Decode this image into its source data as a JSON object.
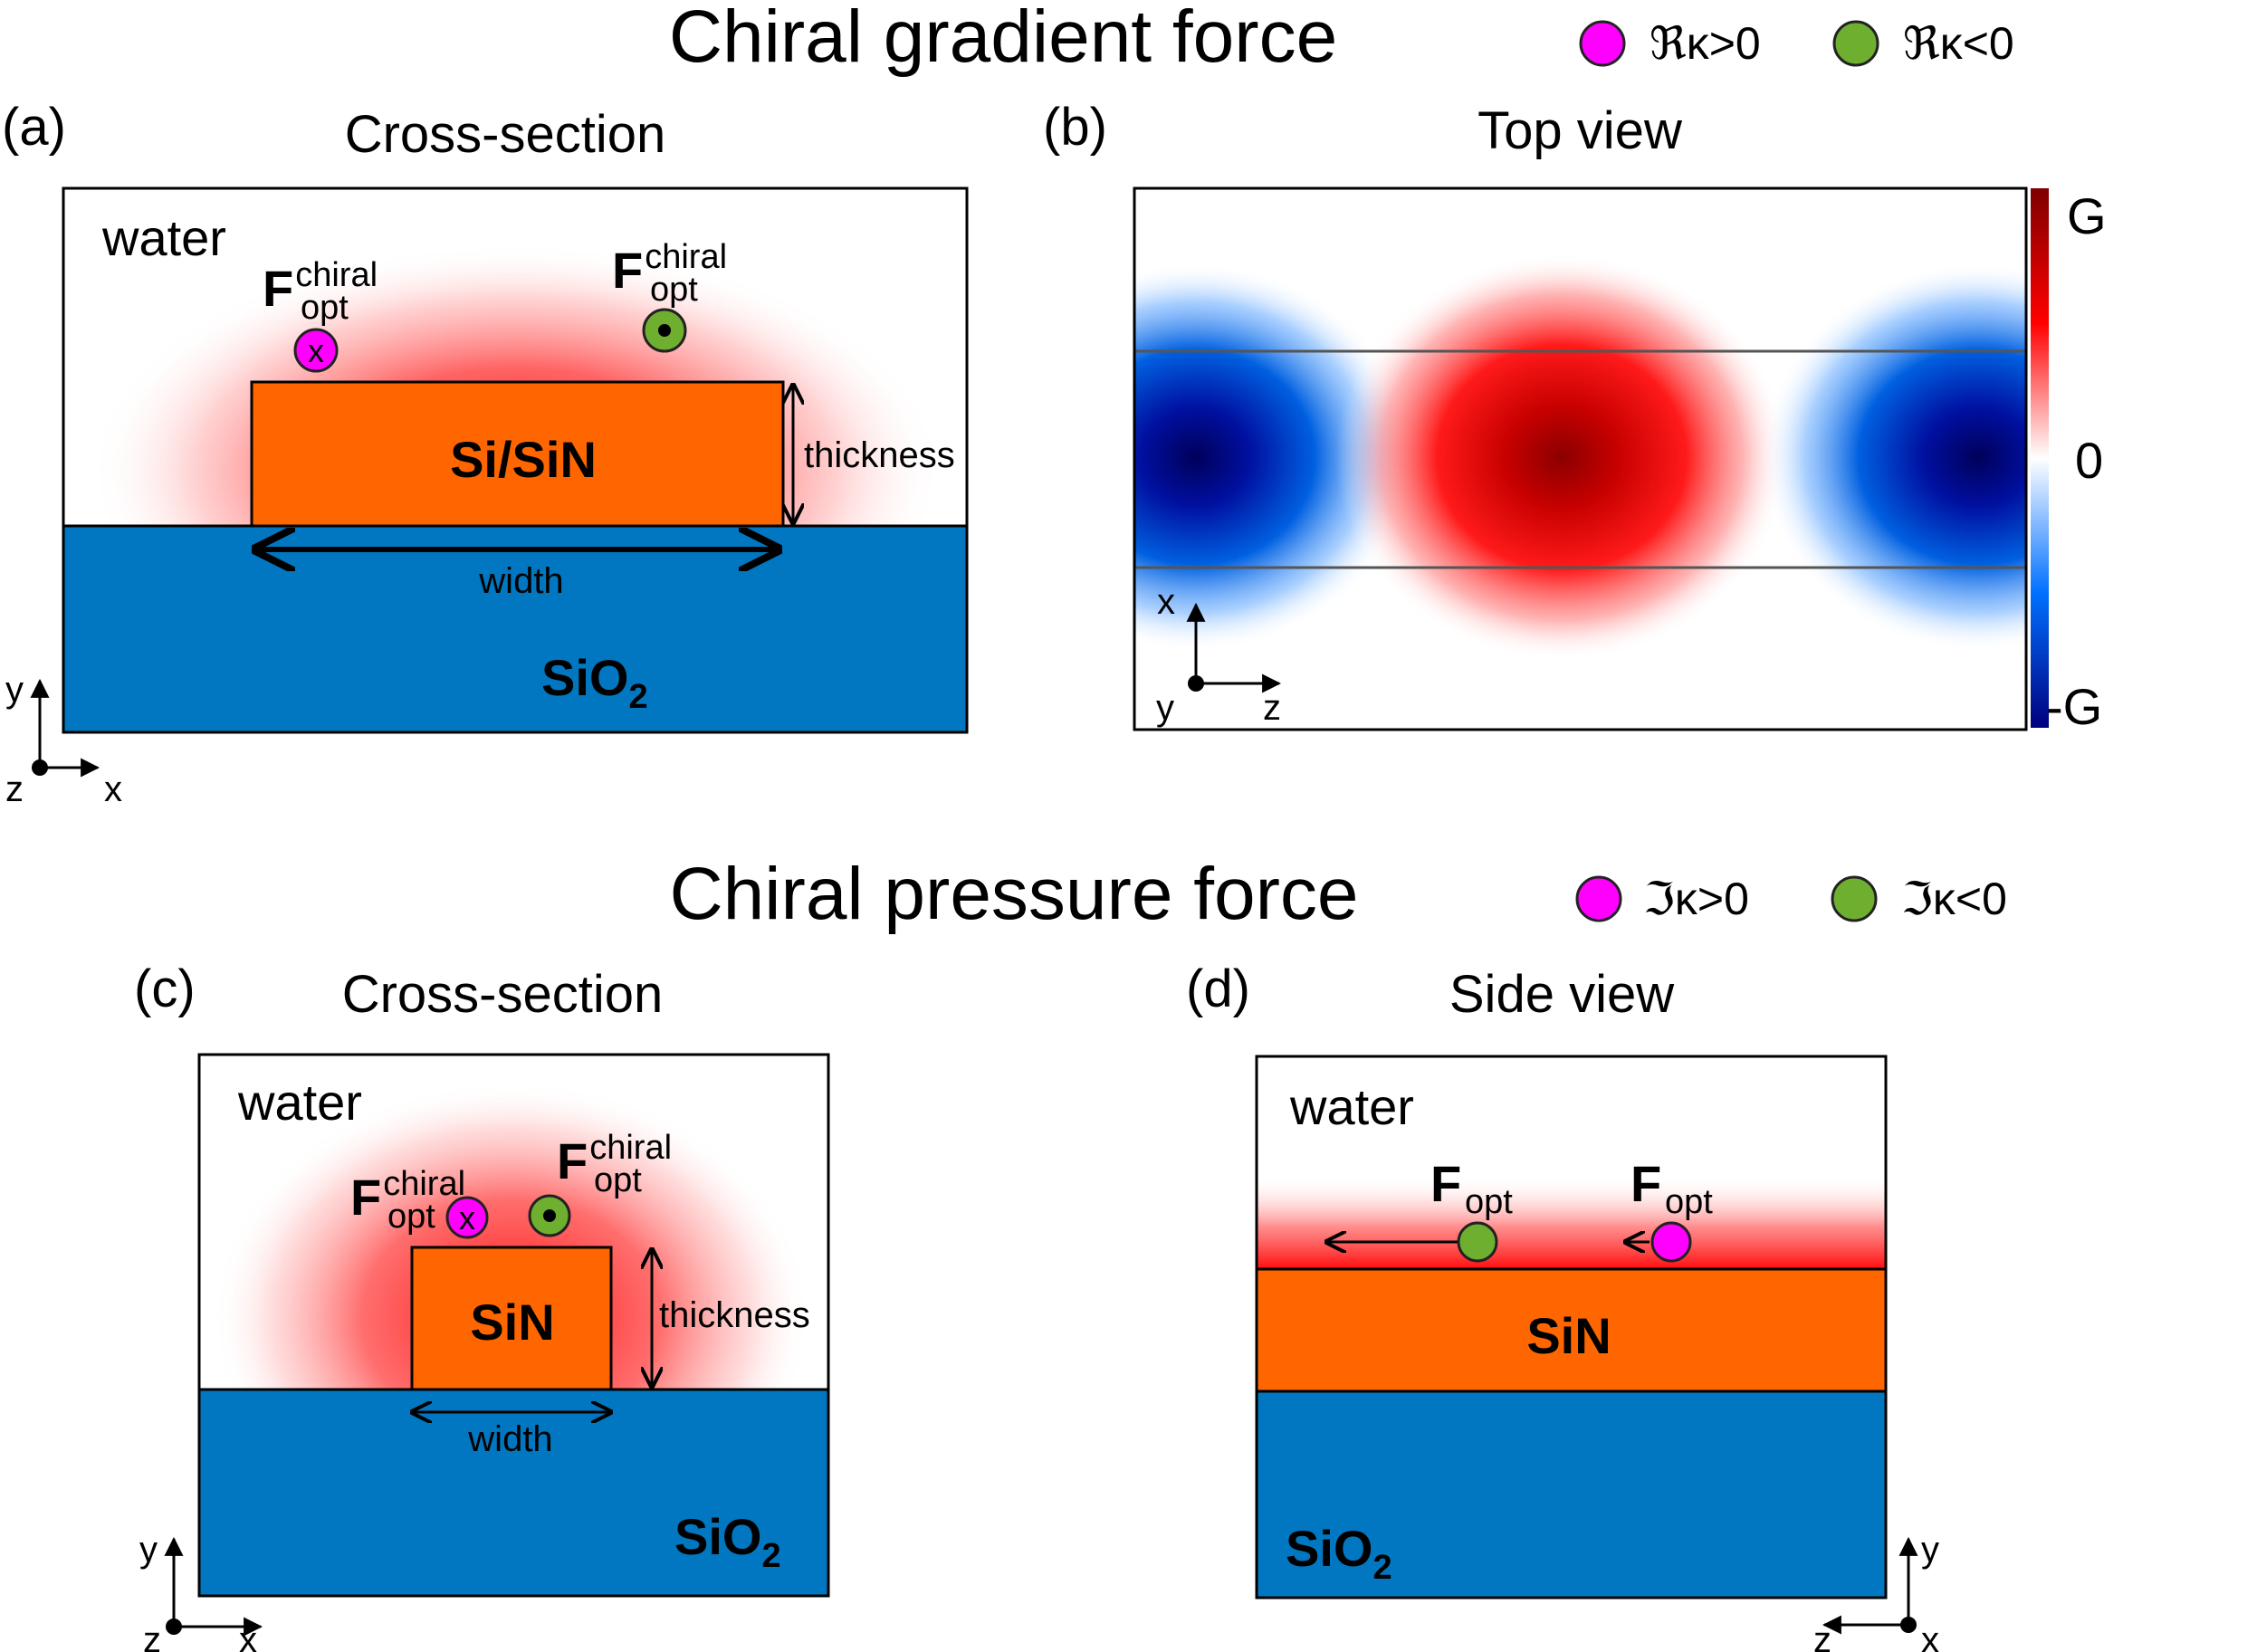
{
  "top_section": {
    "title": "Chiral gradient force",
    "legend": [
      {
        "symbol": "ℜκ>0",
        "color": "#ff00ff"
      },
      {
        "symbol": "ℜκ<0",
        "color": "#6faf2f"
      }
    ]
  },
  "bottom_section": {
    "title": "Chiral pressure force",
    "legend": [
      {
        "symbol": "ℑκ>0",
        "color": "#ff00ff"
      },
      {
        "symbol": "ℑκ<0",
        "color": "#6faf2f"
      }
    ]
  },
  "panel_a": {
    "label": "(a)",
    "subtitle": "Cross-section",
    "medium": "water",
    "core": "Si/SiN",
    "substrate_main": "SiO",
    "substrate_sub": "2",
    "width_label": "width",
    "thickness_label": "thickness",
    "force_main": "F",
    "force_sup": "chiral",
    "force_sub": "opt",
    "axis": {
      "vertical": "y",
      "horizontal": "x",
      "out": "z"
    }
  },
  "panel_b": {
    "label": "(b)",
    "subtitle": "Top view",
    "colorbar": {
      "max": "G",
      "mid": "0",
      "min": "-G"
    },
    "axis": {
      "vertical": "x",
      "horizontal": "z",
      "out": "y"
    }
  },
  "panel_c": {
    "label": "(c)",
    "subtitle": "Cross-section",
    "medium": "water",
    "core": "SiN",
    "substrate_main": "SiO",
    "substrate_sub": "2",
    "width_label": "width",
    "thickness_label": "thickness",
    "force_main": "F",
    "force_sup": "chiral",
    "force_sub": "opt",
    "axis": {
      "vertical": "y",
      "horizontal": "x",
      "out": "z"
    }
  },
  "panel_d": {
    "label": "(d)",
    "subtitle": "Side view",
    "medium": "water",
    "core": "SiN",
    "substrate_main": "SiO",
    "substrate_sub": "2",
    "force_main": "F",
    "force_sub": "opt",
    "axis": {
      "vertical": "y",
      "horizontal": "z",
      "in": "x"
    }
  },
  "colors": {
    "core": "#ff6600",
    "substrate": "#0077c0",
    "field_hot": "#ff0000",
    "field_cold": "#0044cc",
    "magenta_particle": "#ff00ff",
    "green_particle": "#6faf2f"
  }
}
